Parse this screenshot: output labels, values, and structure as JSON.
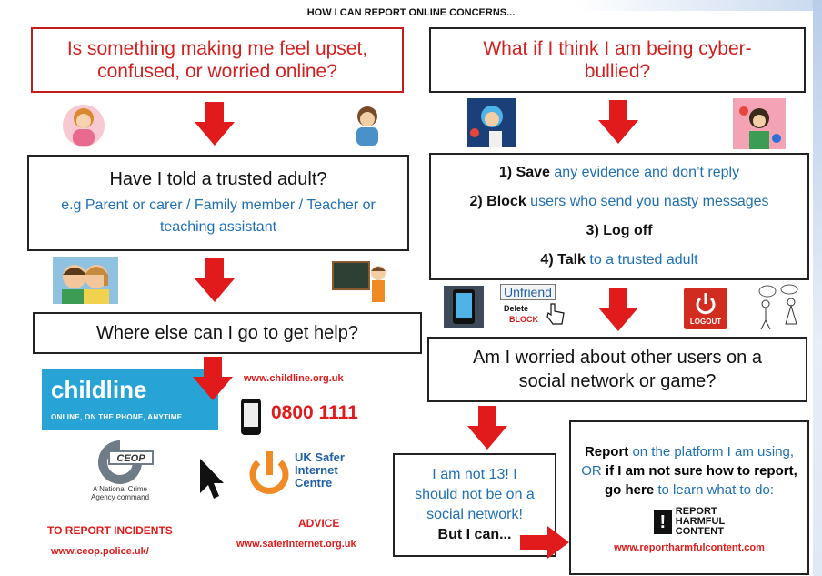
{
  "page": {
    "title": "HOW I CAN REPORT ONLINE CONCERNS..."
  },
  "left": {
    "q1": "Is something making me feel upset, confused, or worried online?",
    "q2": "Have I told a trusted adult?",
    "q2_examples": "e.g Parent or carer / Family member / Teacher or teaching assistant",
    "q3": "Where else can I go to get help?"
  },
  "right": {
    "q1": "What if I think I am being cyber-bullied?",
    "steps": [
      {
        "num": "1)",
        "bold": "Save",
        "text": "any evidence and don’t reply"
      },
      {
        "num": "2)",
        "bold": "Block",
        "text": "users who send you nasty messages"
      },
      {
        "num": "3)",
        "bold": "Log off",
        "text": ""
      },
      {
        "num": "4)",
        "bold": "Talk",
        "text": "to a trusted adult"
      }
    ],
    "icons": {
      "unfriend": "Unfriend",
      "delete": "Delete",
      "block": "BLOCK",
      "logout": "LOGOUT"
    },
    "q2": "Am I worried about other users on a social network or game?",
    "not13": [
      "I am not 13! I",
      "should not be on a",
      "social network!"
    ],
    "but_i_can": "But I can...",
    "report": {
      "bold1": "Report",
      "text1": "on the platform I am using, OR",
      "bold2": "if I am not sure how to report, go here",
      "text2": "to learn what to do:",
      "logo_words": [
        "REPORT",
        "HARMFUL",
        "CONTENT"
      ],
      "url": "www.reportharmfulcontent.com"
    }
  },
  "resources": {
    "childline": {
      "name": "childline",
      "tagline": "ONLINE, ON THE PHONE, ANYTIME",
      "url": "www.childline.org.uk",
      "phone": "0800 1111"
    },
    "ceop": {
      "logo_text": "CEOP",
      "caption": "A National Crime Agency command",
      "label": "TO REPORT INCIDENTS",
      "url": "www.ceop.police.uk/"
    },
    "safer_internet": {
      "name": "UK Safer Internet Centre",
      "label": "ADVICE",
      "url": "www.saferinternet.org.uk"
    }
  },
  "colors": {
    "arrow_red": "#e11b1b",
    "question_red": "#d41f1f",
    "link_blue": "#1f6fb5",
    "childline_blue": "#28a3d6"
  }
}
